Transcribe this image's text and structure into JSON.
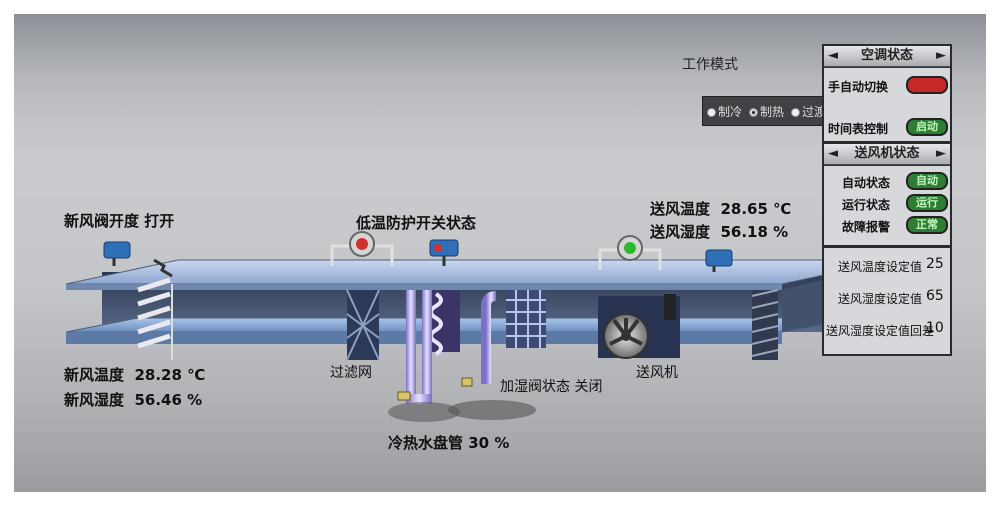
{
  "title": {
    "fresh_air_valve": "新风阀开度 打开",
    "low_temp_protect": "低温防护开关状态"
  },
  "fresh_air": {
    "temp_label": "新风温度",
    "temp_value": "28.28 ℃",
    "humid_label": "新风湿度",
    "humid_value": "56.46 %"
  },
  "supply_air": {
    "temp_label": "送风温度",
    "temp_value": "28.65 ℃",
    "humid_label": "送风湿度",
    "humid_value": "56.18 %"
  },
  "components": {
    "filter": "过滤网",
    "fan": "送风机",
    "humidifier": "加湿阀状态 关闭",
    "coil": "冷热水盘管 30 %"
  },
  "mode": {
    "title": "工作模式",
    "options": [
      "制冷",
      "制热",
      "过渡"
    ],
    "selected": "制热"
  },
  "ac_panel": {
    "header": "空调状态",
    "rows": [
      {
        "label": "手自动切换",
        "state": "",
        "color": "#c62828"
      },
      {
        "label": "时间表控制",
        "state": "启动",
        "color": "#2e7d32"
      }
    ]
  },
  "fan_panel": {
    "header": "送风机状态",
    "rows": [
      {
        "label": "自动状态",
        "state": "自动",
        "color": "#2e7d32"
      },
      {
        "label": "运行状态",
        "state": "运行",
        "color": "#2e7d32"
      },
      {
        "label": "故障报警",
        "state": "正常",
        "color": "#2e7d32"
      }
    ]
  },
  "setpoints": [
    {
      "label": "送风温度设定值",
      "value": "25"
    },
    {
      "label": "送风湿度设定值",
      "value": "65"
    },
    {
      "label": "送风湿度设定值回差",
      "value": "10"
    }
  ]
}
